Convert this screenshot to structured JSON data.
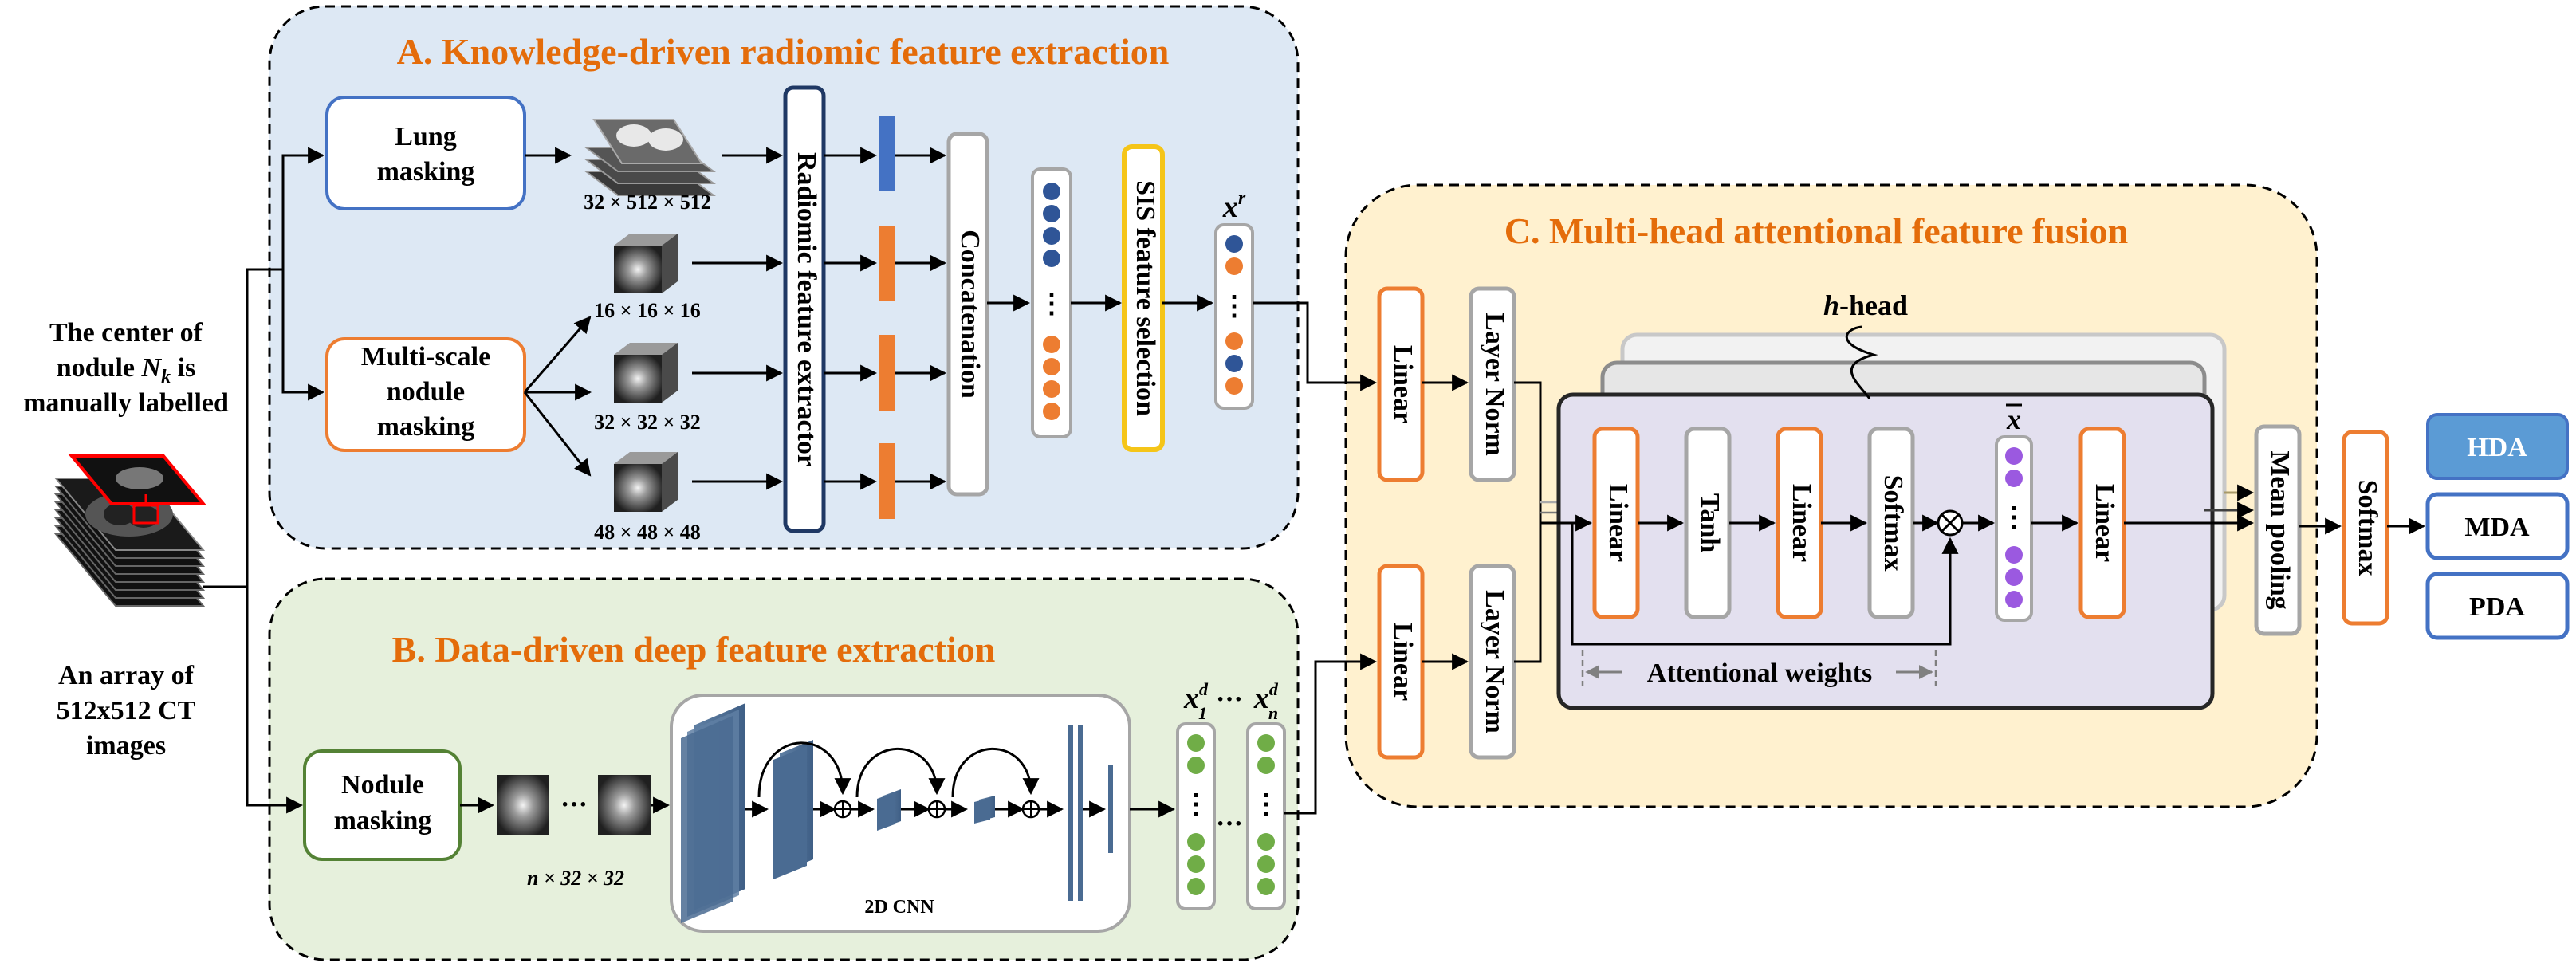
{
  "input": {
    "center_line1": "The center of",
    "center_line2a": "nodule ",
    "center_symbol": "N",
    "center_sub": "k",
    "center_line2b": " is",
    "center_line3": "manually labelled",
    "array_line1": "An array of",
    "array_line2": "512x512 CT",
    "array_line3": "images"
  },
  "section_a": {
    "title": "A. Knowledge-driven radiomic feature extraction",
    "lung_masking_1": "Lung",
    "lung_masking_2": "masking",
    "lung_dims": "32 × 512 × 512",
    "multiscale_1": "Multi-scale",
    "multiscale_2": "nodule",
    "multiscale_3": "masking",
    "dims_16": "16 × 16 × 16",
    "dims_32": "32 × 32 × 32",
    "dims_48": "48 × 48 × 48",
    "radiomic_extractor": "Radiomic feature extractor",
    "concatenation": "Concatenation",
    "sis_selection": "SIS feature selection",
    "ellipsis": "⋮",
    "xr_symbol": "x",
    "xr_sup": "r"
  },
  "section_b": {
    "title": "B. Data-driven deep feature extraction",
    "nodule_masking_1": "Nodule",
    "nodule_masking_2": "masking",
    "slice_ellipsis": "···",
    "slice_dims": "n × 32 × 32",
    "cnn_label": "2D CNN",
    "x1_symbol": "x",
    "x1_sup": "d",
    "x1_sub": "1",
    "xn_symbol": "x",
    "xn_sup": "d",
    "xn_sub": "n",
    "dots_between": "···",
    "ellipsis": "⋮"
  },
  "section_c": {
    "title": "C. Multi-head attentional  feature fusion",
    "linear": "Linear",
    "layer_norm": "Layer Norm",
    "h_symbol": "h",
    "h_suffix": "-head",
    "tanh": "Tanh",
    "softmax": "Softmax",
    "xbar": "x",
    "ellipsis": "⋮",
    "attentional_weights": "Attentional weights",
    "mean_pooling": "Mean pooling",
    "otimes": "⊗"
  },
  "outputs": {
    "hda": "HDA",
    "mda": "MDA",
    "pda": "PDA"
  },
  "colors": {
    "panel_a_fill": "#dde8f4",
    "panel_b_fill": "#e6f0dc",
    "panel_c_fill": "#fff1cf",
    "title_orange": "#e46c0a",
    "blue_circle": "#2f5597",
    "orange_circle": "#ed7d31",
    "green_circle": "#70ad47",
    "purple_circle": "#9b59e0",
    "hda_fill": "#5b9bd5",
    "sis_border": "#f5c518"
  }
}
